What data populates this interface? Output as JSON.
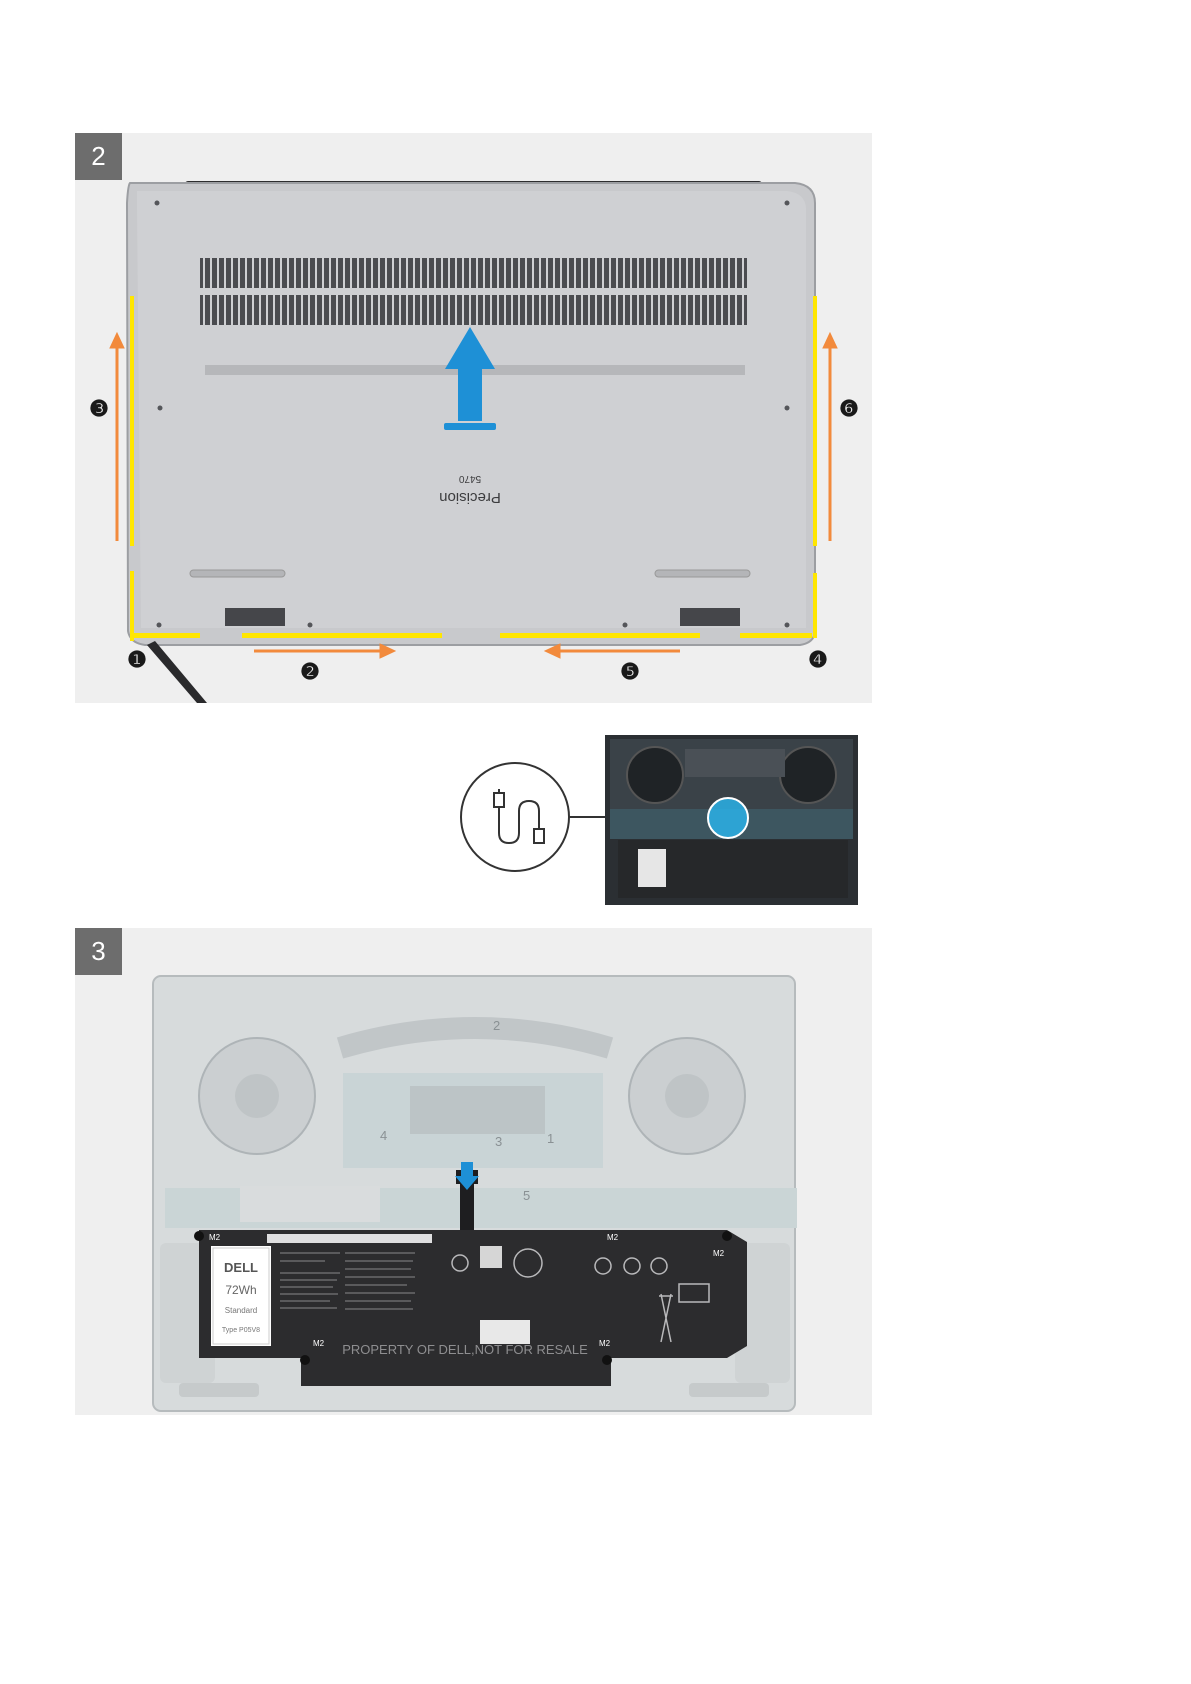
{
  "steps": [
    {
      "number": "2"
    },
    {
      "number": "3"
    }
  ],
  "bottom_cover": {
    "brand": "Precision",
    "model": "5470"
  },
  "pry_sequence": [
    "❶",
    "❷",
    "❸",
    "❹",
    "❺",
    "❻"
  ],
  "battery": {
    "brand": "DELL",
    "capacity": "72Wh",
    "type_label": "Standard",
    "type_code": "Type P05V8",
    "resale_notice": "PROPERTY OF DELL,NOT FOR RESALE",
    "screw_label": "M2",
    "board_numbers": [
      "1",
      "2",
      "3",
      "4",
      "5"
    ]
  },
  "colors": {
    "panel_bg": "#efefef",
    "badge": "#6d6d6d",
    "highlight": "#ffe600",
    "arrow_orange": "#f28a3c",
    "lift_arrow": "#1e90d6",
    "cover": "#c8c9cc",
    "battery": "#2c2c2e"
  }
}
